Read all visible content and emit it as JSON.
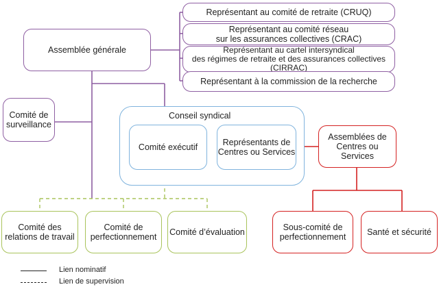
{
  "nodes": {
    "assemblee_generale": "Assemblée générale",
    "cruq": "Représentant au comité de retraite (CRUQ)",
    "crac": "Représentant au comité réseau\nsur les assurances collectives (CRAC)",
    "cirrac": "Représentant au cartel intersyndical\ndes régimes de retraite et des assurances collectives\n(CIRRAC)",
    "recherche": "Représentant à la commission de la recherche",
    "comite_surveillance": "Comité de\nsurveillance",
    "conseil_syndical": "Conseil syndical",
    "comite_executif": "Comité exécutif",
    "representants": "Représentants de\nCentres ou Services",
    "assemblees_centres": "Assemblées de\nCentres ou Services",
    "relations_travail": "Comité des\nrelations de travail",
    "perfectionnement": "Comité de\nperfectionnement",
    "evaluation": "Comité d’évaluation",
    "sous_comite": "Sous-comité de\nperfectionnement",
    "sante": "Santé et sécurité"
  },
  "legend": {
    "nominatif": "Lien nominatif",
    "supervision": "Lien de supervision"
  },
  "colors": {
    "purple": "#8e5ea2",
    "blue": "#7fb3dd",
    "green": "#a8c35a",
    "red": "#d42020"
  }
}
